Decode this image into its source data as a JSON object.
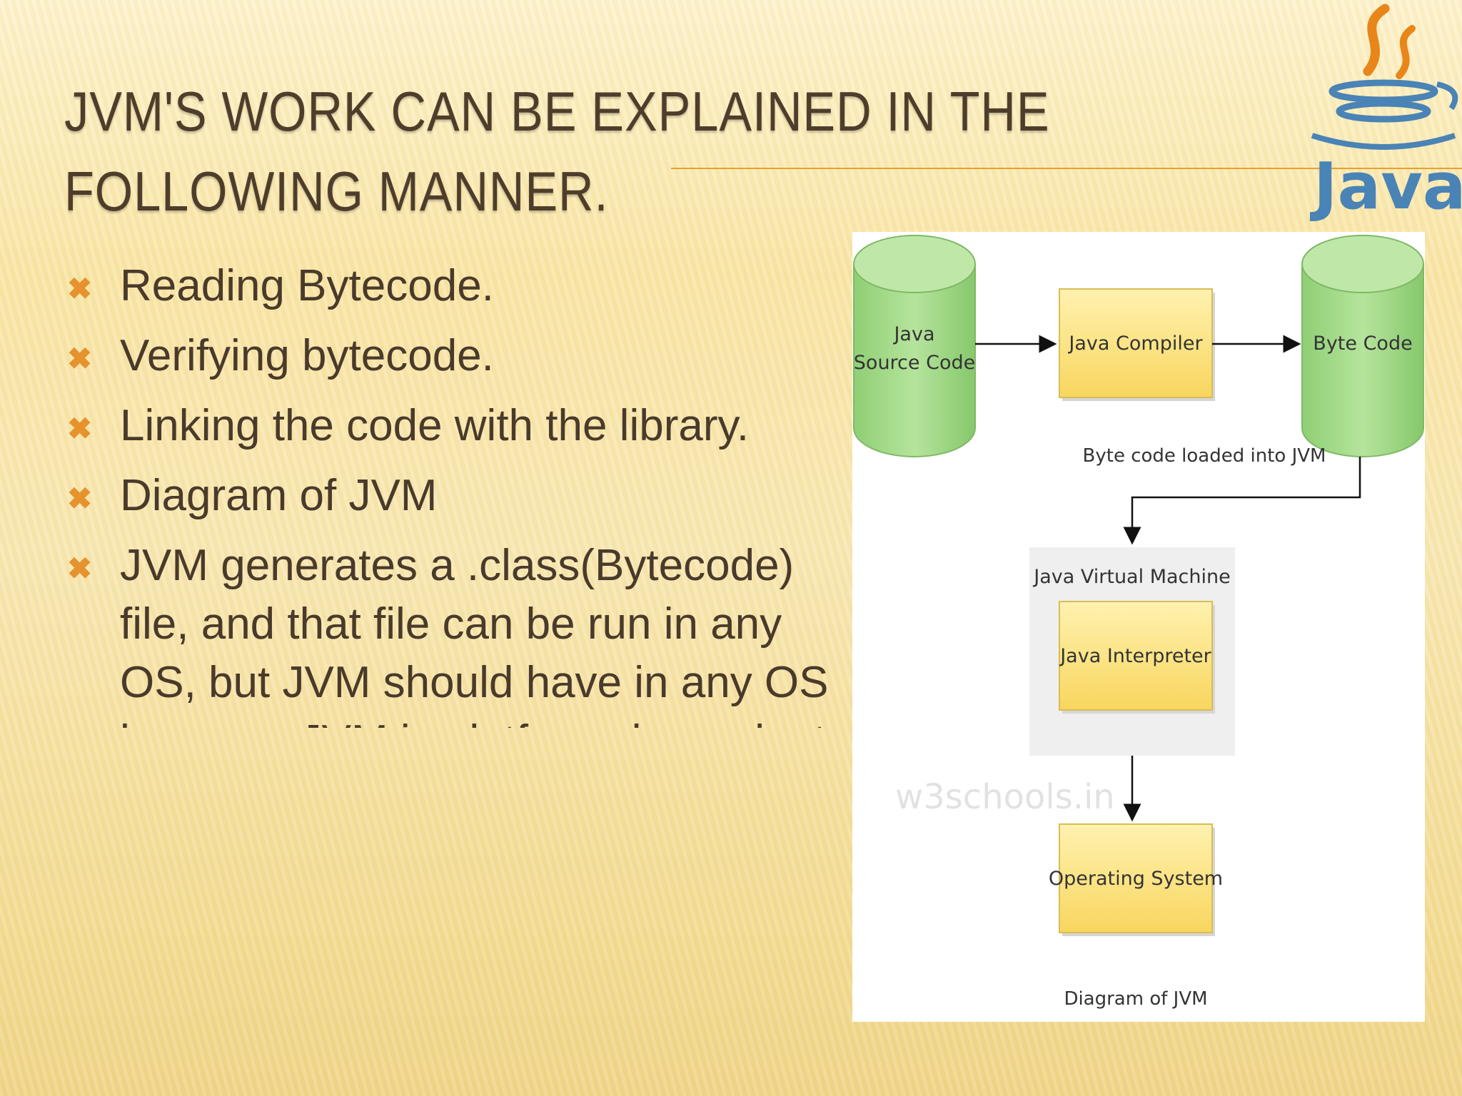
{
  "slide": {
    "title": "JVM'S WORK CAN BE EXPLAINED IN THE FOLLOWING MANNER."
  },
  "logo": {
    "icon": "java-cup-icon",
    "text": "Java"
  },
  "bullets": [
    "Reading Bytecode.",
    "Verifying bytecode.",
    "Linking the code with the library.",
    "Diagram of JVM",
    "JVM generates a .class(Bytecode) file, and that file can be run in any OS, but JVM should have in any OS because JVM is platform dependent."
  ],
  "diagram": {
    "source_code_line1": "Java",
    "source_code_line2": "Source Code",
    "compiler": "Java Compiler",
    "byte_code": "Byte Code",
    "loaded_label": "Byte code loaded into JVM",
    "jvm_label": "Java Virtual Machine",
    "interpreter": "Java Interpreter",
    "os": "Operating System",
    "watermark": "w3schools.in",
    "caption": "Diagram of JVM"
  },
  "colors": {
    "accent": "#e6922d",
    "title_text": "#4f3d2c",
    "cylinder_green": "#a9dc8f",
    "box_yellow": "#fbe07f"
  }
}
